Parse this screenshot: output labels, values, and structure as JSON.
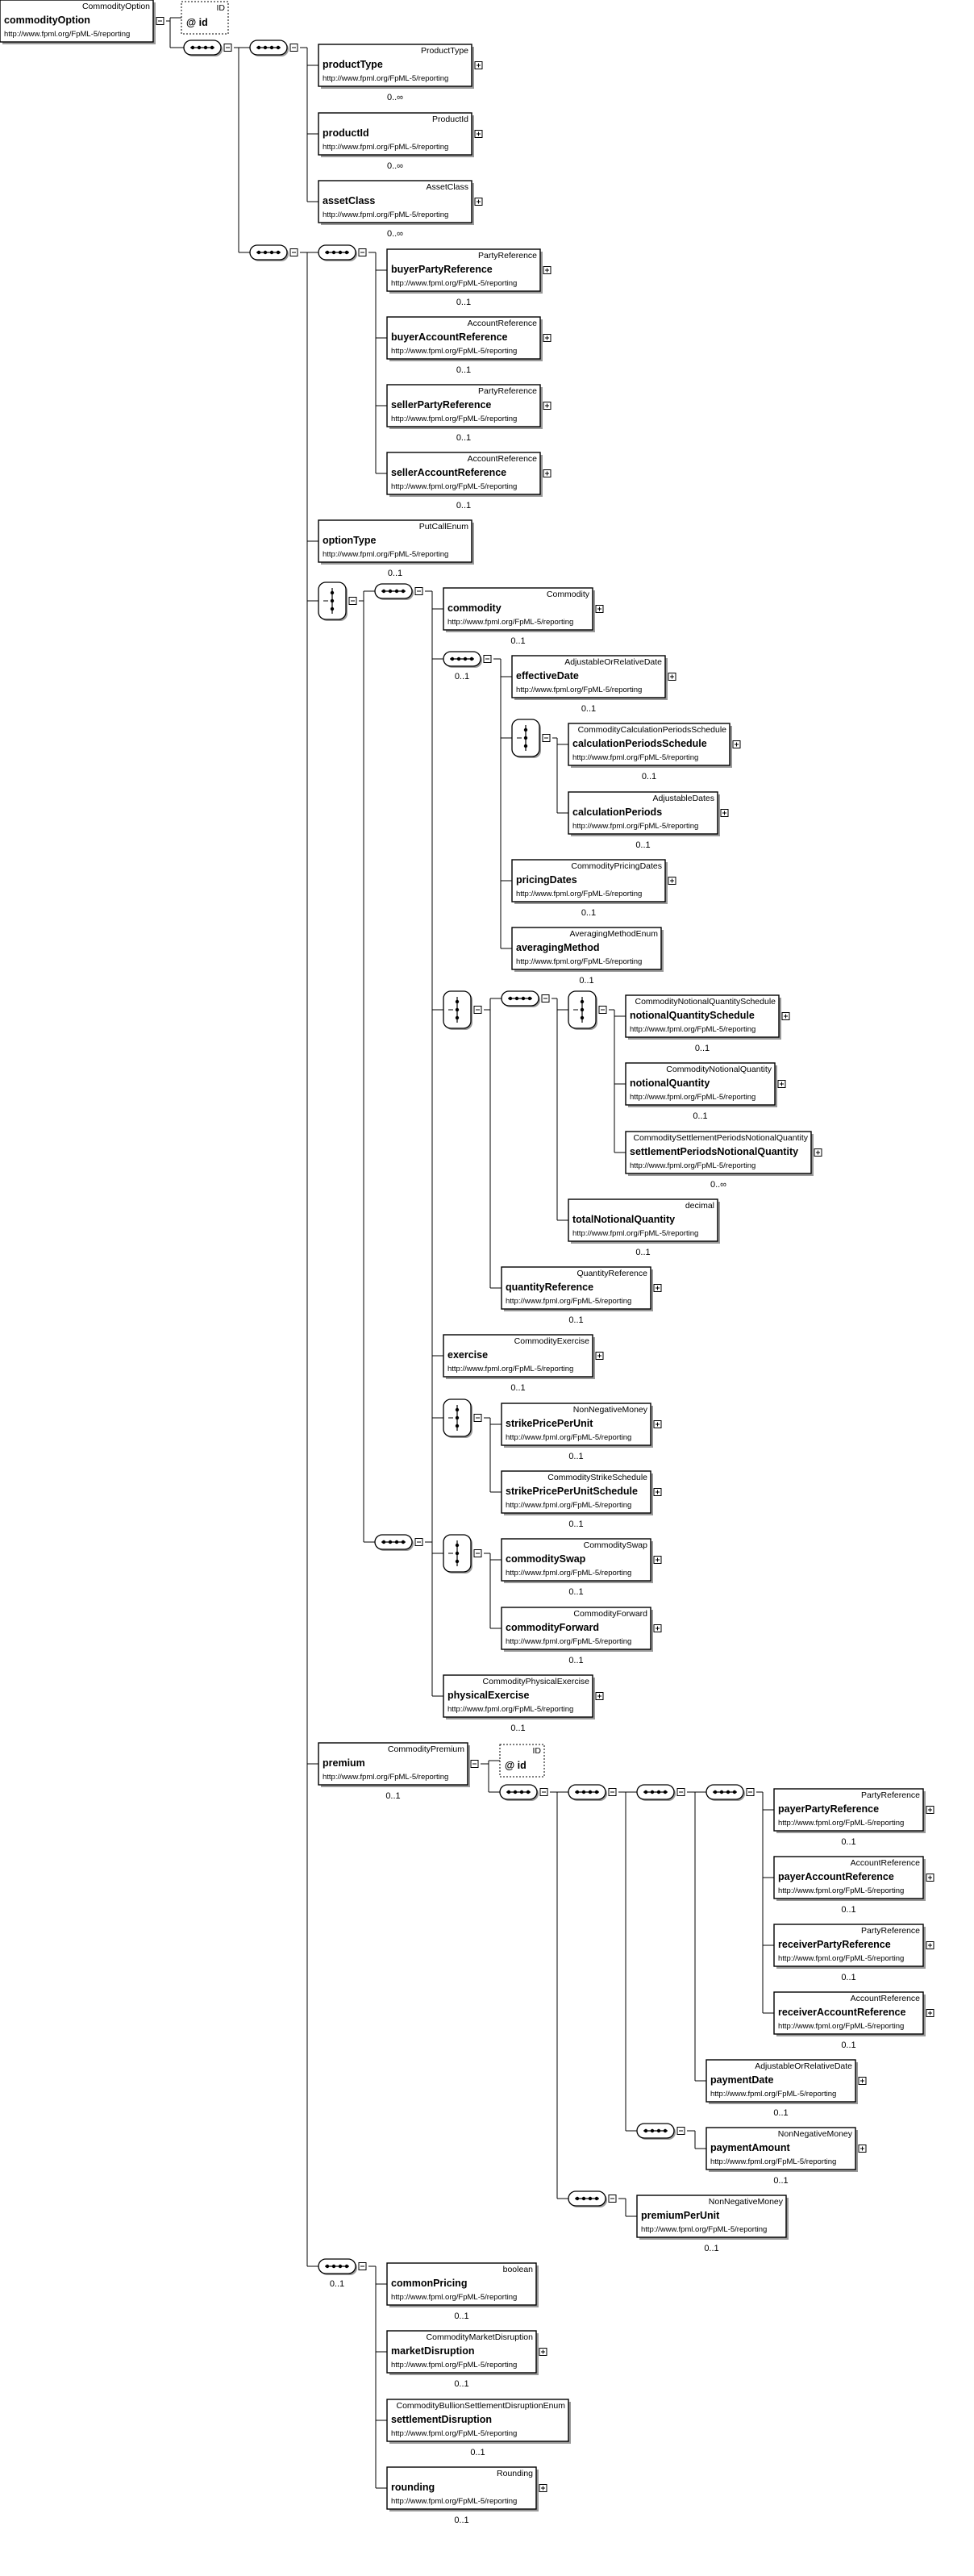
{
  "diagram": {
    "namespace": "http://www.fpml.org/FpML-5/reporting",
    "elements": [
      {
        "id": "commodityOption",
        "type": "CommodityOption",
        "name": "commodityOption",
        "card": ""
      },
      {
        "id": "productType",
        "type": "ProductType",
        "name": "productType",
        "card": "0..∞"
      },
      {
        "id": "productId",
        "type": "ProductId",
        "name": "productId",
        "card": "0..∞"
      },
      {
        "id": "assetClass",
        "type": "AssetClass",
        "name": "assetClass",
        "card": "0..∞"
      },
      {
        "id": "buyerPartyReference",
        "type": "PartyReference",
        "name": "buyerPartyReference",
        "card": "0..1"
      },
      {
        "id": "buyerAccountReference",
        "type": "AccountReference",
        "name": "buyerAccountReference",
        "card": "0..1"
      },
      {
        "id": "sellerPartyReference",
        "type": "PartyReference",
        "name": "sellerPartyReference",
        "card": "0..1"
      },
      {
        "id": "sellerAccountReference",
        "type": "AccountReference",
        "name": "sellerAccountReference",
        "card": "0..1"
      },
      {
        "id": "optionType",
        "type": "PutCallEnum",
        "name": "optionType",
        "card": "0..1"
      },
      {
        "id": "commodity",
        "type": "Commodity",
        "name": "commodity",
        "card": "0..1"
      },
      {
        "id": "effectiveDate",
        "type": "AdjustableOrRelativeDate",
        "name": "effectiveDate",
        "card": "0..1"
      },
      {
        "id": "calculationPeriodsSchedule",
        "type": "CommodityCalculationPeriodsSchedule",
        "name": "calculationPeriodsSchedule",
        "card": "0..1"
      },
      {
        "id": "calculationPeriods",
        "type": "AdjustableDates",
        "name": "calculationPeriods",
        "card": "0..1"
      },
      {
        "id": "pricingDates",
        "type": "CommodityPricingDates",
        "name": "pricingDates",
        "card": "0..1"
      },
      {
        "id": "averagingMethod",
        "type": "AveragingMethodEnum",
        "name": "averagingMethod",
        "card": "0..1"
      },
      {
        "id": "notionalQuantitySchedule",
        "type": "CommodityNotionalQuantitySchedule",
        "name": "notionalQuantitySchedule",
        "card": "0..1"
      },
      {
        "id": "notionalQuantity",
        "type": "CommodityNotionalQuantity",
        "name": "notionalQuantity",
        "card": "0..1"
      },
      {
        "id": "settlementPeriodsNotionalQuantity",
        "type": "CommoditySettlementPeriodsNotionalQuantity",
        "name": "settlementPeriodsNotionalQuantity",
        "card": "0..∞"
      },
      {
        "id": "totalNotionalQuantity",
        "type": "decimal",
        "name": "totalNotionalQuantity",
        "card": "0..1"
      },
      {
        "id": "quantityReference",
        "type": "QuantityReference",
        "name": "quantityReference",
        "card": "0..1"
      },
      {
        "id": "exercise",
        "type": "CommodityExercise",
        "name": "exercise",
        "card": "0..1"
      },
      {
        "id": "strikePricePerUnit",
        "type": "NonNegativeMoney",
        "name": "strikePricePerUnit",
        "card": "0..1"
      },
      {
        "id": "strikePricePerUnitSchedule",
        "type": "CommodityStrikeSchedule",
        "name": "strikePricePerUnitSchedule",
        "card": "0..1"
      },
      {
        "id": "commoditySwap",
        "type": "CommoditySwap",
        "name": "commoditySwap",
        "card": "0..1"
      },
      {
        "id": "commodityForward",
        "type": "CommodityForward",
        "name": "commodityForward",
        "card": "0..1"
      },
      {
        "id": "physicalExercise",
        "type": "CommodityPhysicalExercise",
        "name": "physicalExercise",
        "card": "0..1"
      },
      {
        "id": "premium",
        "type": "CommodityPremium",
        "name": "premium",
        "card": "0..1"
      },
      {
        "id": "payerPartyReference",
        "type": "PartyReference",
        "name": "payerPartyReference",
        "card": "0..1"
      },
      {
        "id": "payerAccountReference",
        "type": "AccountReference",
        "name": "payerAccountReference",
        "card": "0..1"
      },
      {
        "id": "receiverPartyReference",
        "type": "PartyReference",
        "name": "receiverPartyReference",
        "card": "0..1"
      },
      {
        "id": "receiverAccountReference",
        "type": "AccountReference",
        "name": "receiverAccountReference",
        "card": "0..1"
      },
      {
        "id": "paymentDate",
        "type": "AdjustableOrRelativeDate",
        "name": "paymentDate",
        "card": "0..1"
      },
      {
        "id": "paymentAmount",
        "type": "NonNegativeMoney",
        "name": "paymentAmount",
        "card": "0..1"
      },
      {
        "id": "premiumPerUnit",
        "type": "NonNegativeMoney",
        "name": "premiumPerUnit",
        "card": "0..1"
      },
      {
        "id": "commonPricing",
        "type": "boolean",
        "name": "commonPricing",
        "card": "0..1"
      },
      {
        "id": "marketDisruption",
        "type": "CommodityMarketDisruption",
        "name": "marketDisruption",
        "card": "0..1"
      },
      {
        "id": "settlementDisruption",
        "type": "CommodityBullionSettlementDisruptionEnum",
        "name": "settlementDisruption",
        "card": "0..1"
      },
      {
        "id": "rounding",
        "type": "Rounding",
        "name": "rounding",
        "card": "0..1"
      }
    ],
    "attributes": [
      {
        "id": "idTop",
        "type": "ID",
        "name": "@ id"
      },
      {
        "id": "idPremium",
        "type": "ID",
        "name": "@ id"
      }
    ],
    "compositors": [
      {
        "id": "s0",
        "kind": "sequence",
        "card": ""
      },
      {
        "id": "s1",
        "kind": "sequence",
        "card": ""
      },
      {
        "id": "s2",
        "kind": "sequence",
        "card": ""
      },
      {
        "id": "s3",
        "kind": "sequence",
        "card": ""
      },
      {
        "id": "ch1",
        "kind": "choice",
        "card": ""
      },
      {
        "id": "s4",
        "kind": "sequence",
        "card": ""
      },
      {
        "id": "s5",
        "kind": "sequence",
        "card": "0..1"
      },
      {
        "id": "ch2",
        "kind": "choice",
        "card": ""
      },
      {
        "id": "ch3",
        "kind": "choice",
        "card": ""
      },
      {
        "id": "s6",
        "kind": "sequence",
        "card": ""
      },
      {
        "id": "ch4",
        "kind": "choice",
        "card": ""
      },
      {
        "id": "ch5",
        "kind": "choice",
        "card": ""
      },
      {
        "id": "s7",
        "kind": "sequence",
        "card": ""
      },
      {
        "id": "ch6",
        "kind": "choice",
        "card": ""
      },
      {
        "id": "p1",
        "kind": "sequence",
        "card": ""
      },
      {
        "id": "p2",
        "kind": "sequence",
        "card": ""
      },
      {
        "id": "p3",
        "kind": "sequence",
        "card": ""
      },
      {
        "id": "p4",
        "kind": "sequence",
        "card": ""
      },
      {
        "id": "p5",
        "kind": "sequence",
        "card": ""
      },
      {
        "id": "p6",
        "kind": "sequence",
        "card": ""
      },
      {
        "id": "s8",
        "kind": "sequence",
        "card": "0..1"
      }
    ]
  }
}
